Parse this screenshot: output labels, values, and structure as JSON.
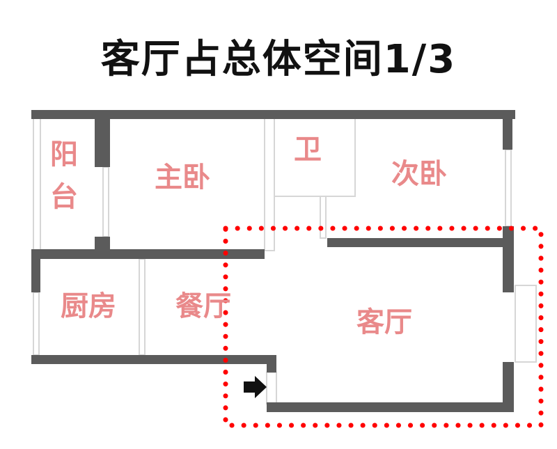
{
  "title": "客厅占总体空间1/3",
  "rooms": {
    "balcony_1": "阳",
    "balcony_2": "台",
    "master_bedroom": "主卧",
    "bathroom": "卫",
    "second_bedroom": "次卧",
    "kitchen": "厨房",
    "dining": "餐厅",
    "living": "客厅"
  },
  "colors": {
    "wall": "#5b5b5b",
    "label": "#e9898a",
    "highlight": "#ff0000"
  },
  "icons": {
    "entrance": "arrow-right-icon"
  }
}
